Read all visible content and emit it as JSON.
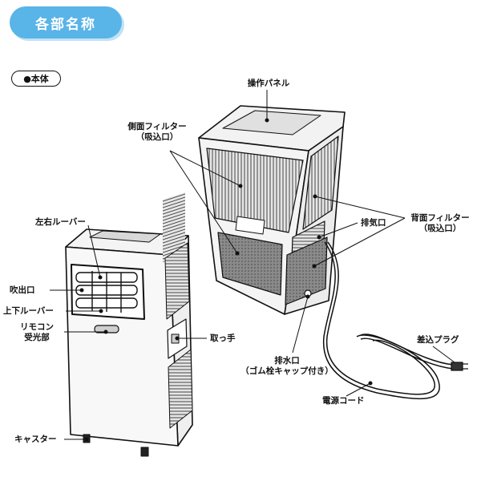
{
  "header": {
    "title": "各部名称"
  },
  "section": {
    "label": "●本体"
  },
  "labels": {
    "operation_panel": "操作パネル",
    "side_filter": [
      "側面フィルター",
      "（吸込口）"
    ],
    "lr_louver": "左右ルーバー",
    "outlet": "吹出口",
    "ud_louver": "上下ルーバー",
    "remote_receiver": [
      "リモコン",
      "受光部"
    ],
    "caster": "キャスター",
    "handle": "取っ手",
    "exhaust": "排気口",
    "back_filter": [
      "背面フィルター",
      "（吸込口）"
    ],
    "drain": [
      "排水口",
      "（ゴム栓キャップ付き）"
    ],
    "plug": "差込プラグ",
    "cord": "電源コード"
  }
}
